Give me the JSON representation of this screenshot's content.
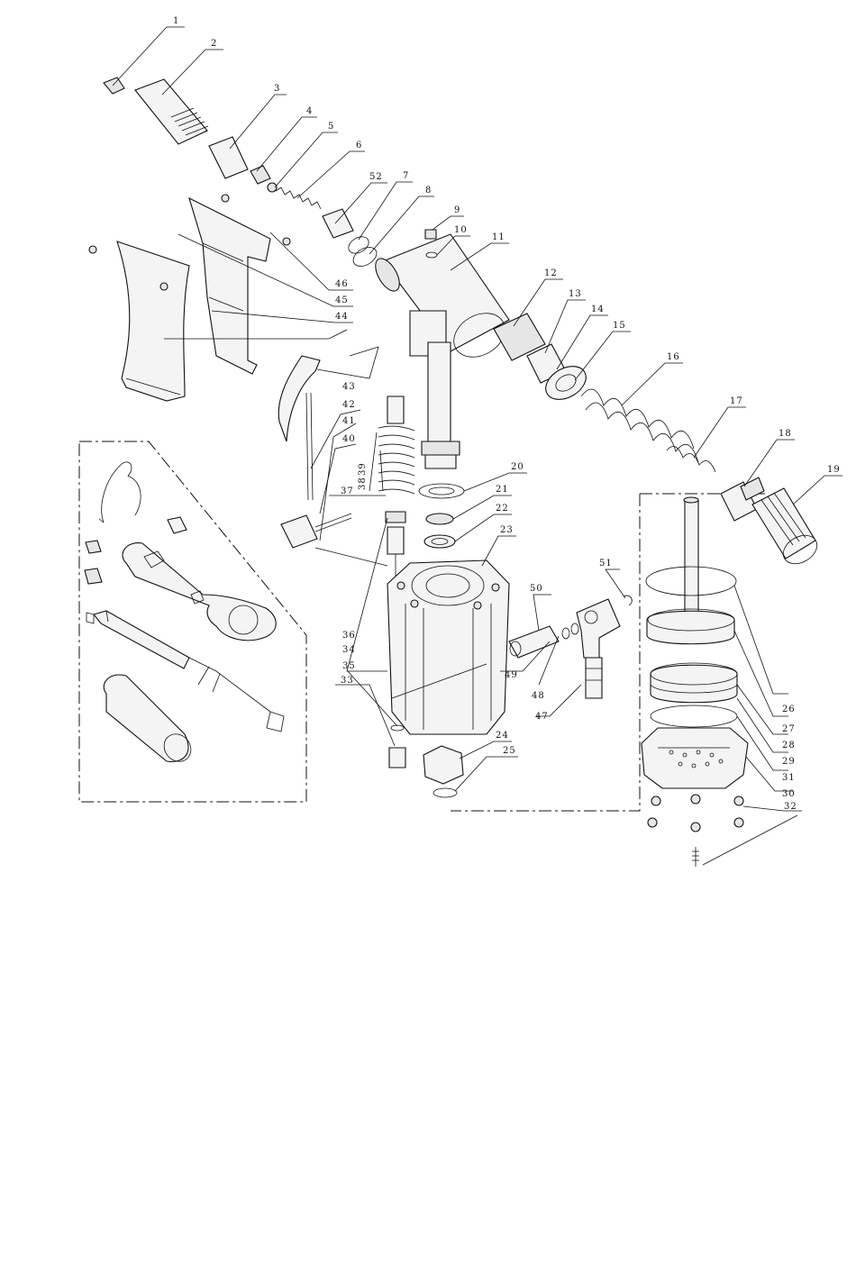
{
  "diagram": {
    "callouts": [
      {
        "id": "1",
        "text": "1"
      },
      {
        "id": "2",
        "text": "2"
      },
      {
        "id": "3",
        "text": "3"
      },
      {
        "id": "4",
        "text": "4"
      },
      {
        "id": "5",
        "text": "5"
      },
      {
        "id": "6",
        "text": "6"
      },
      {
        "id": "52",
        "text": "52"
      },
      {
        "id": "7",
        "text": "7"
      },
      {
        "id": "8",
        "text": "8"
      },
      {
        "id": "9",
        "text": "9"
      },
      {
        "id": "10",
        "text": "10"
      },
      {
        "id": "11",
        "text": "11"
      },
      {
        "id": "12",
        "text": "12"
      },
      {
        "id": "13",
        "text": "13"
      },
      {
        "id": "14",
        "text": "14"
      },
      {
        "id": "15",
        "text": "15"
      },
      {
        "id": "16",
        "text": "16"
      },
      {
        "id": "17",
        "text": "17"
      },
      {
        "id": "18",
        "text": "18"
      },
      {
        "id": "19",
        "text": "19"
      },
      {
        "id": "46",
        "text": "46"
      },
      {
        "id": "45",
        "text": "45"
      },
      {
        "id": "44",
        "text": "44"
      },
      {
        "id": "43",
        "text": "43"
      },
      {
        "id": "42",
        "text": "42"
      },
      {
        "id": "41",
        "text": "41"
      },
      {
        "id": "40",
        "text": "40"
      },
      {
        "id": "39",
        "text": "39"
      },
      {
        "id": "38",
        "text": "38"
      },
      {
        "id": "37",
        "text": "37"
      },
      {
        "id": "36",
        "text": "36"
      },
      {
        "id": "34",
        "text": "34"
      },
      {
        "id": "35",
        "text": "35"
      },
      {
        "id": "33",
        "text": "33"
      },
      {
        "id": "20",
        "text": "20"
      },
      {
        "id": "21",
        "text": "21"
      },
      {
        "id": "22",
        "text": "22"
      },
      {
        "id": "23",
        "text": "23"
      },
      {
        "id": "24",
        "text": "24"
      },
      {
        "id": "25",
        "text": "25"
      },
      {
        "id": "50",
        "text": "50"
      },
      {
        "id": "51",
        "text": "51"
      },
      {
        "id": "49",
        "text": "49"
      },
      {
        "id": "48",
        "text": "48"
      },
      {
        "id": "47",
        "text": "47"
      },
      {
        "id": "26",
        "text": "26"
      },
      {
        "id": "27",
        "text": "27"
      },
      {
        "id": "28",
        "text": "28"
      },
      {
        "id": "29",
        "text": "29"
      },
      {
        "id": "31",
        "text": "31"
      },
      {
        "id": "30",
        "text": "30"
      },
      {
        "id": "32",
        "text": "32"
      }
    ]
  }
}
